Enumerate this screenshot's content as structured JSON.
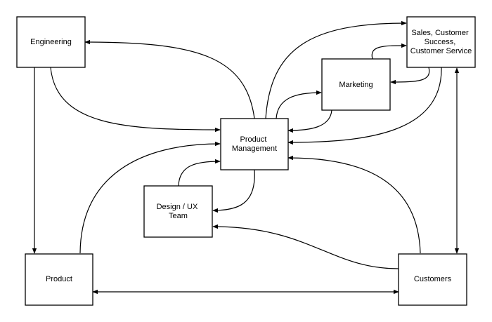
{
  "nodes": {
    "engineering": {
      "lines": [
        "Engineering"
      ]
    },
    "sales": {
      "lines": [
        "Sales, Customer",
        "Success,",
        "Customer Service"
      ]
    },
    "marketing": {
      "lines": [
        "Marketing"
      ]
    },
    "product_management": {
      "lines": [
        "Product",
        "Management"
      ]
    },
    "design_ux": {
      "lines": [
        "Design / UX",
        "Team"
      ]
    },
    "product": {
      "lines": [
        "Product"
      ]
    },
    "customers": {
      "lines": [
        "Customers"
      ]
    }
  }
}
